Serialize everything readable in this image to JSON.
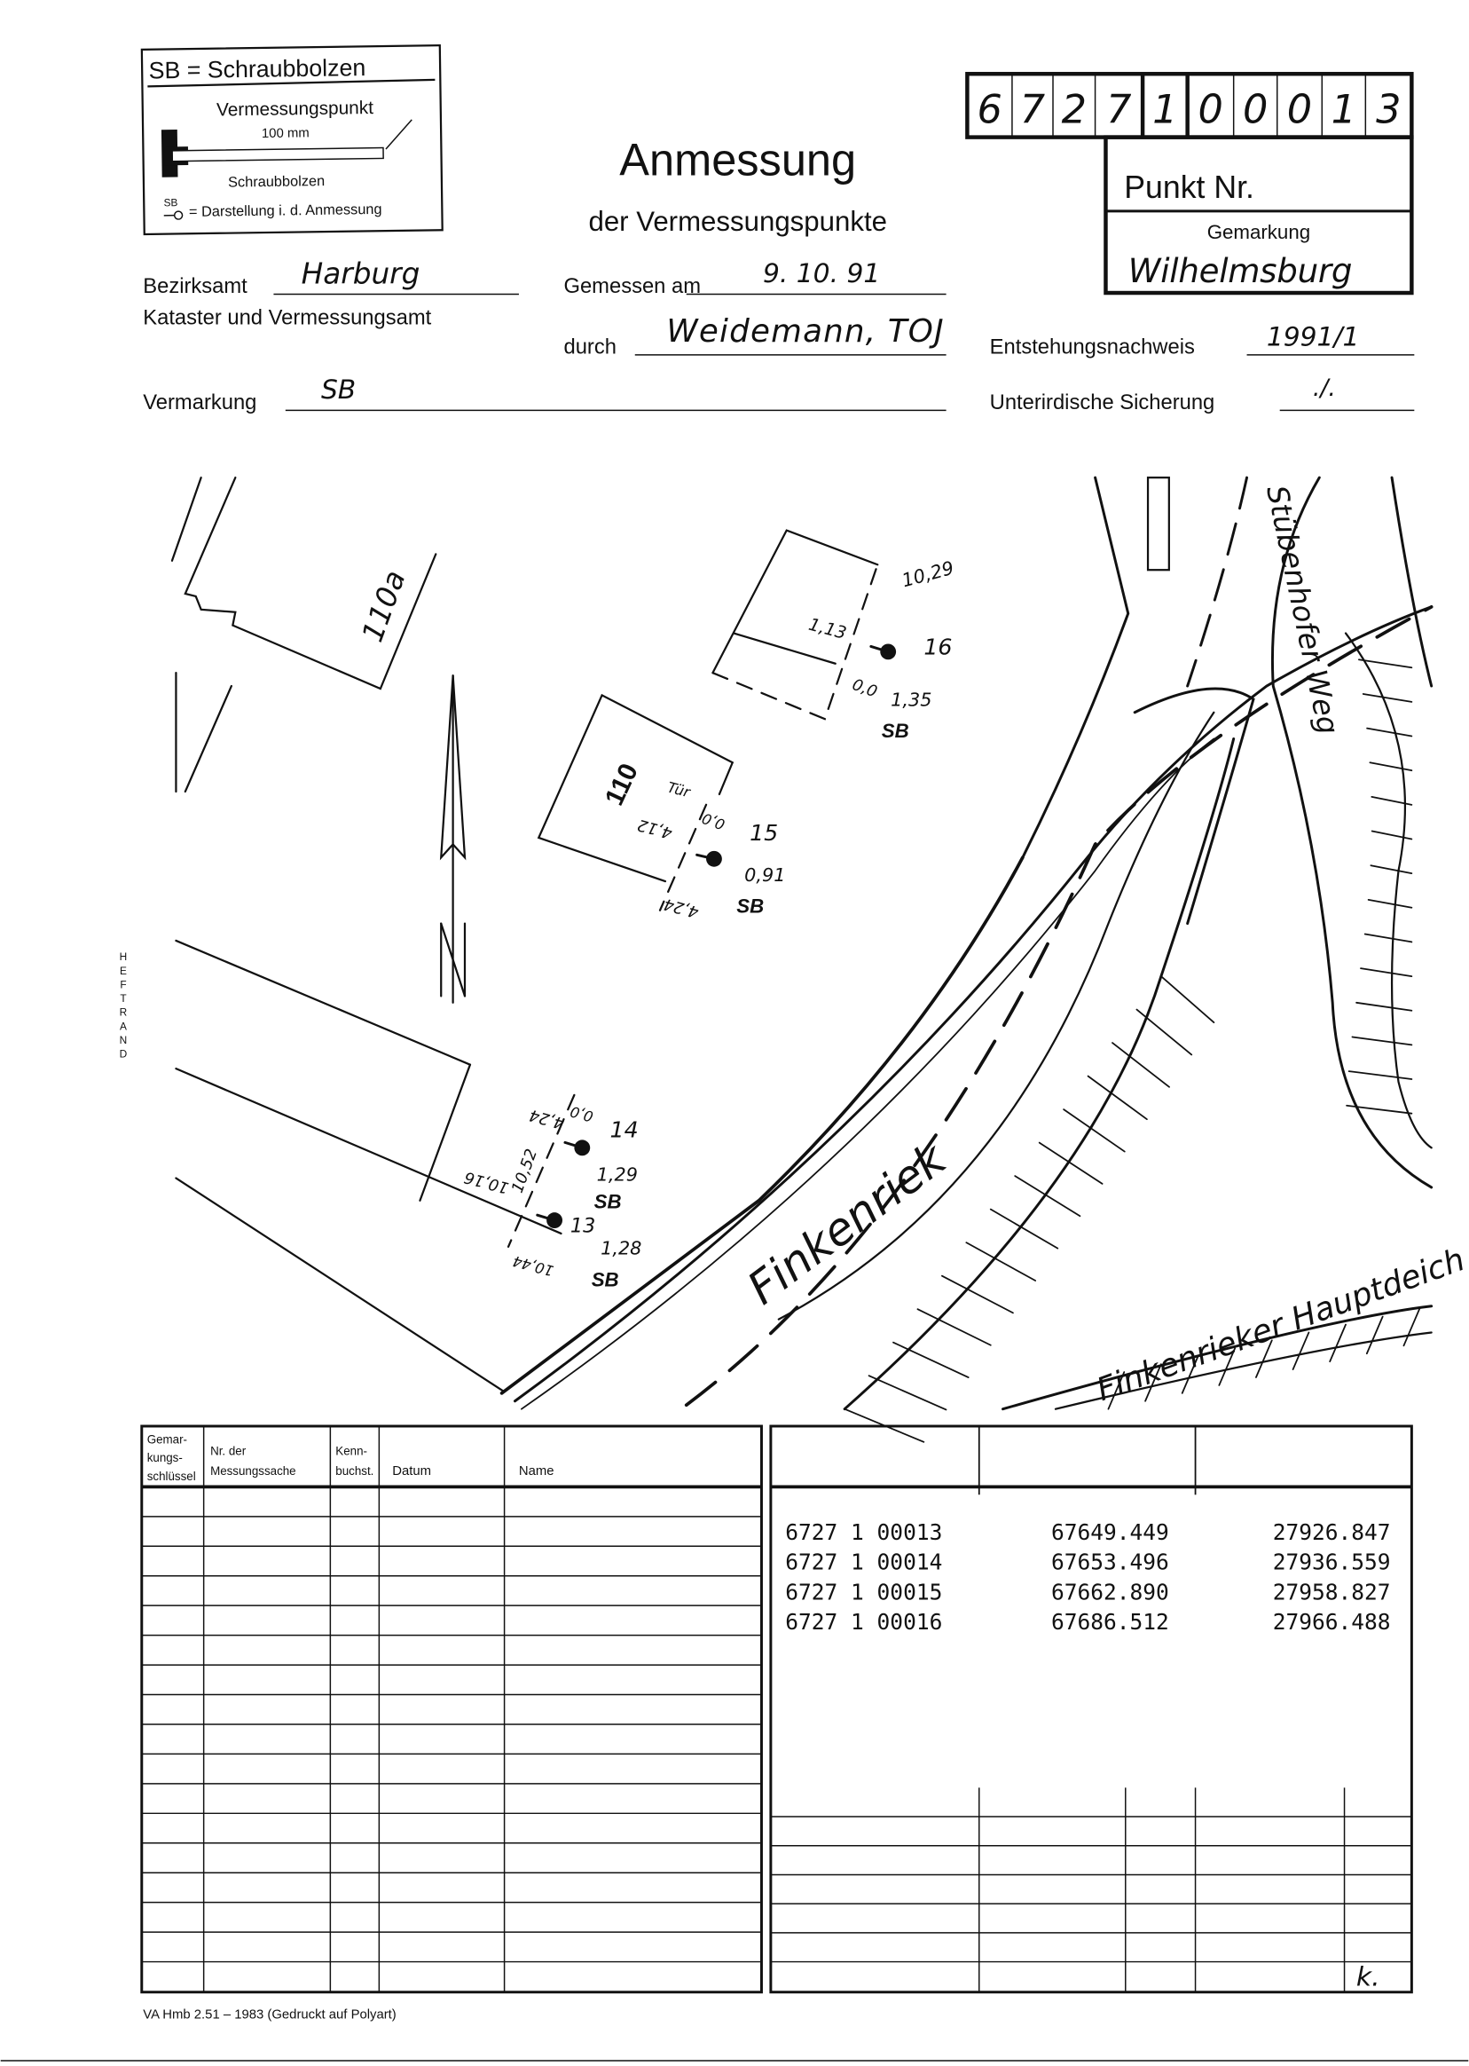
{
  "legend": {
    "title": "SB = Schraubbolzen",
    "point_label": "Vermessungspunkt",
    "length": "100 mm",
    "bolt_label": "Schraubbolzen",
    "symbol_sb": "SB",
    "symbol_desc": "= Darstellung i. d. Anmessung"
  },
  "title": {
    "main": "Anmessung",
    "sub": "der Vermessungspunkte"
  },
  "point_number": {
    "digits": [
      "6",
      "7",
      "2",
      "7",
      "1",
      "0",
      "0",
      "0",
      "1",
      "3"
    ],
    "label": "Punkt Nr.",
    "gemarkung_label": "Gemarkung",
    "gemarkung_value": "Wilhelmsburg"
  },
  "form": {
    "bezirksamt_label": "Bezirksamt",
    "bezirksamt_value": "Harburg",
    "amt_label": "Kataster und Vermessungsamt",
    "gemessen_label": "Gemessen am",
    "gemessen_value": "9. 10. 91",
    "durch_label": "durch",
    "durch_value": "Weidemann, TOJ",
    "entstehung_label": "Entstehungsnachweis",
    "entstehung_value": "1991/1",
    "vermarkung_label": "Vermarkung",
    "vermarkung_value": "SB",
    "sicherung_label": "Unterirdische Sicherung",
    "sicherung_value": "./."
  },
  "map": {
    "house_110a": "110a",
    "house_110": "110",
    "north": "N",
    "street_1": "Finkenriek",
    "street_2": "Stübenhofer Weg",
    "street_3": "Finkenrieker Hauptdeich",
    "heftrand": [
      "H",
      "E",
      "F",
      "T",
      "R",
      "A",
      "N",
      "D"
    ],
    "p16": {
      "nr": "16",
      "a": "10,29",
      "b": "1,13",
      "c": "0,0",
      "d": "1,35",
      "mark": "SB"
    },
    "p15": {
      "nr": "15",
      "a": "Tür",
      "b": "0,0",
      "c": "4,12",
      "d": "0,91",
      "e": "4,24",
      "mark": "SB"
    },
    "p14": {
      "nr": "14",
      "a": "0,0",
      "b": "4,24",
      "d": "1,29",
      "mark": "SB"
    },
    "p13": {
      "nr": "13",
      "a": "10,52",
      "b": "10,16",
      "c": "10,44",
      "d": "1,28",
      "mark": "SB"
    }
  },
  "left_table": {
    "headers": [
      "Gemar-",
      "kungs-",
      "schlüssel",
      "Nr. der",
      "Messungssache",
      "Kenn-",
      "buchst.",
      "Datum",
      "Name"
    ]
  },
  "coords": [
    {
      "id": "6727 1 00013",
      "x": "67649.449",
      "y": "27926.847"
    },
    {
      "id": "6727 1 00014",
      "x": "67653.496",
      "y": "27936.559"
    },
    {
      "id": "6727 1 00015",
      "x": "67662.890",
      "y": "27958.827"
    },
    {
      "id": "6727 1 00016",
      "x": "67686.512",
      "y": "27966.488"
    }
  ],
  "initial": "k.",
  "footer": "VA Hmb 2.51 – 1983 (Gedruckt auf Polyart)"
}
